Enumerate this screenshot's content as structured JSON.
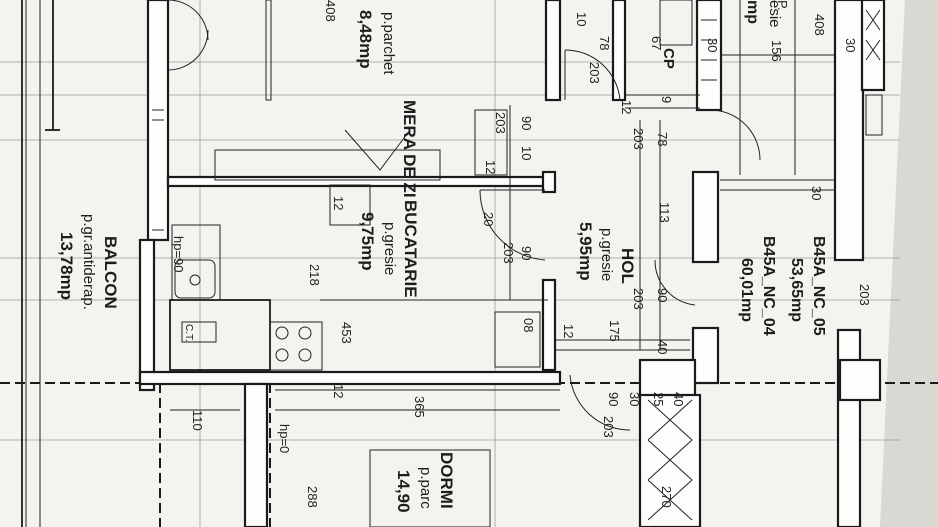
{
  "rooms": {
    "camera_de_zi": {
      "name": "MERA DE ZI",
      "floor": "p.parchet",
      "area": "8,48mp"
    },
    "bucatarie": {
      "name": "BUCATARIE",
      "floor": "p.gresie",
      "area": "9,75mp"
    },
    "hol": {
      "name": "HOL",
      "floor": "p.gresie",
      "area": "5,95mp"
    },
    "balcon": {
      "name": "BALCON",
      "floor": "p.gr.antiderap.",
      "area": "13,78mp"
    },
    "dormitor": {
      "name": "DORMI",
      "floor": "p.parc",
      "area": "14,90"
    },
    "baie": {
      "floor": "esie",
      "area": "mp"
    }
  },
  "units": {
    "nc05_name": "B45A_NC_05",
    "nc05_area": "53,65mp",
    "nc04_name": "B45A_NC_04",
    "nc04_area": "60,01mp"
  },
  "appliances": {
    "ct": "C.T.",
    "hp_top": "hp=90",
    "hp_bottom": "hp=0",
    "cp": "CP"
  },
  "dims": {
    "d408a": "408",
    "d408b": "408",
    "d10a": "10",
    "d78a": "78",
    "d67": "67",
    "d30a": "30",
    "d156": "156",
    "d30b": "30",
    "d203a": "203",
    "d12a": "12",
    "d9": "9",
    "d203b": "203",
    "d78b": "78",
    "d203c": "203",
    "d90a": "90",
    "d10b": "10",
    "d12b": "12",
    "d113": "113",
    "d30c": "30",
    "d20": "20",
    "d203d": "203",
    "d90b": "90",
    "d203e": "203",
    "d203f": "203",
    "d90c": "90",
    "d12c": "12",
    "d175": "175",
    "d40a": "40",
    "d218": "218",
    "d453": "453",
    "d12d": "12",
    "d12e": "12",
    "d365": "365",
    "d110": "110",
    "d288": "288",
    "d90d": "90",
    "d30d": "30",
    "d25": "25",
    "d40b": "40",
    "d203g": "203",
    "d270": "270",
    "d08": "08",
    "dP": "P."
  }
}
